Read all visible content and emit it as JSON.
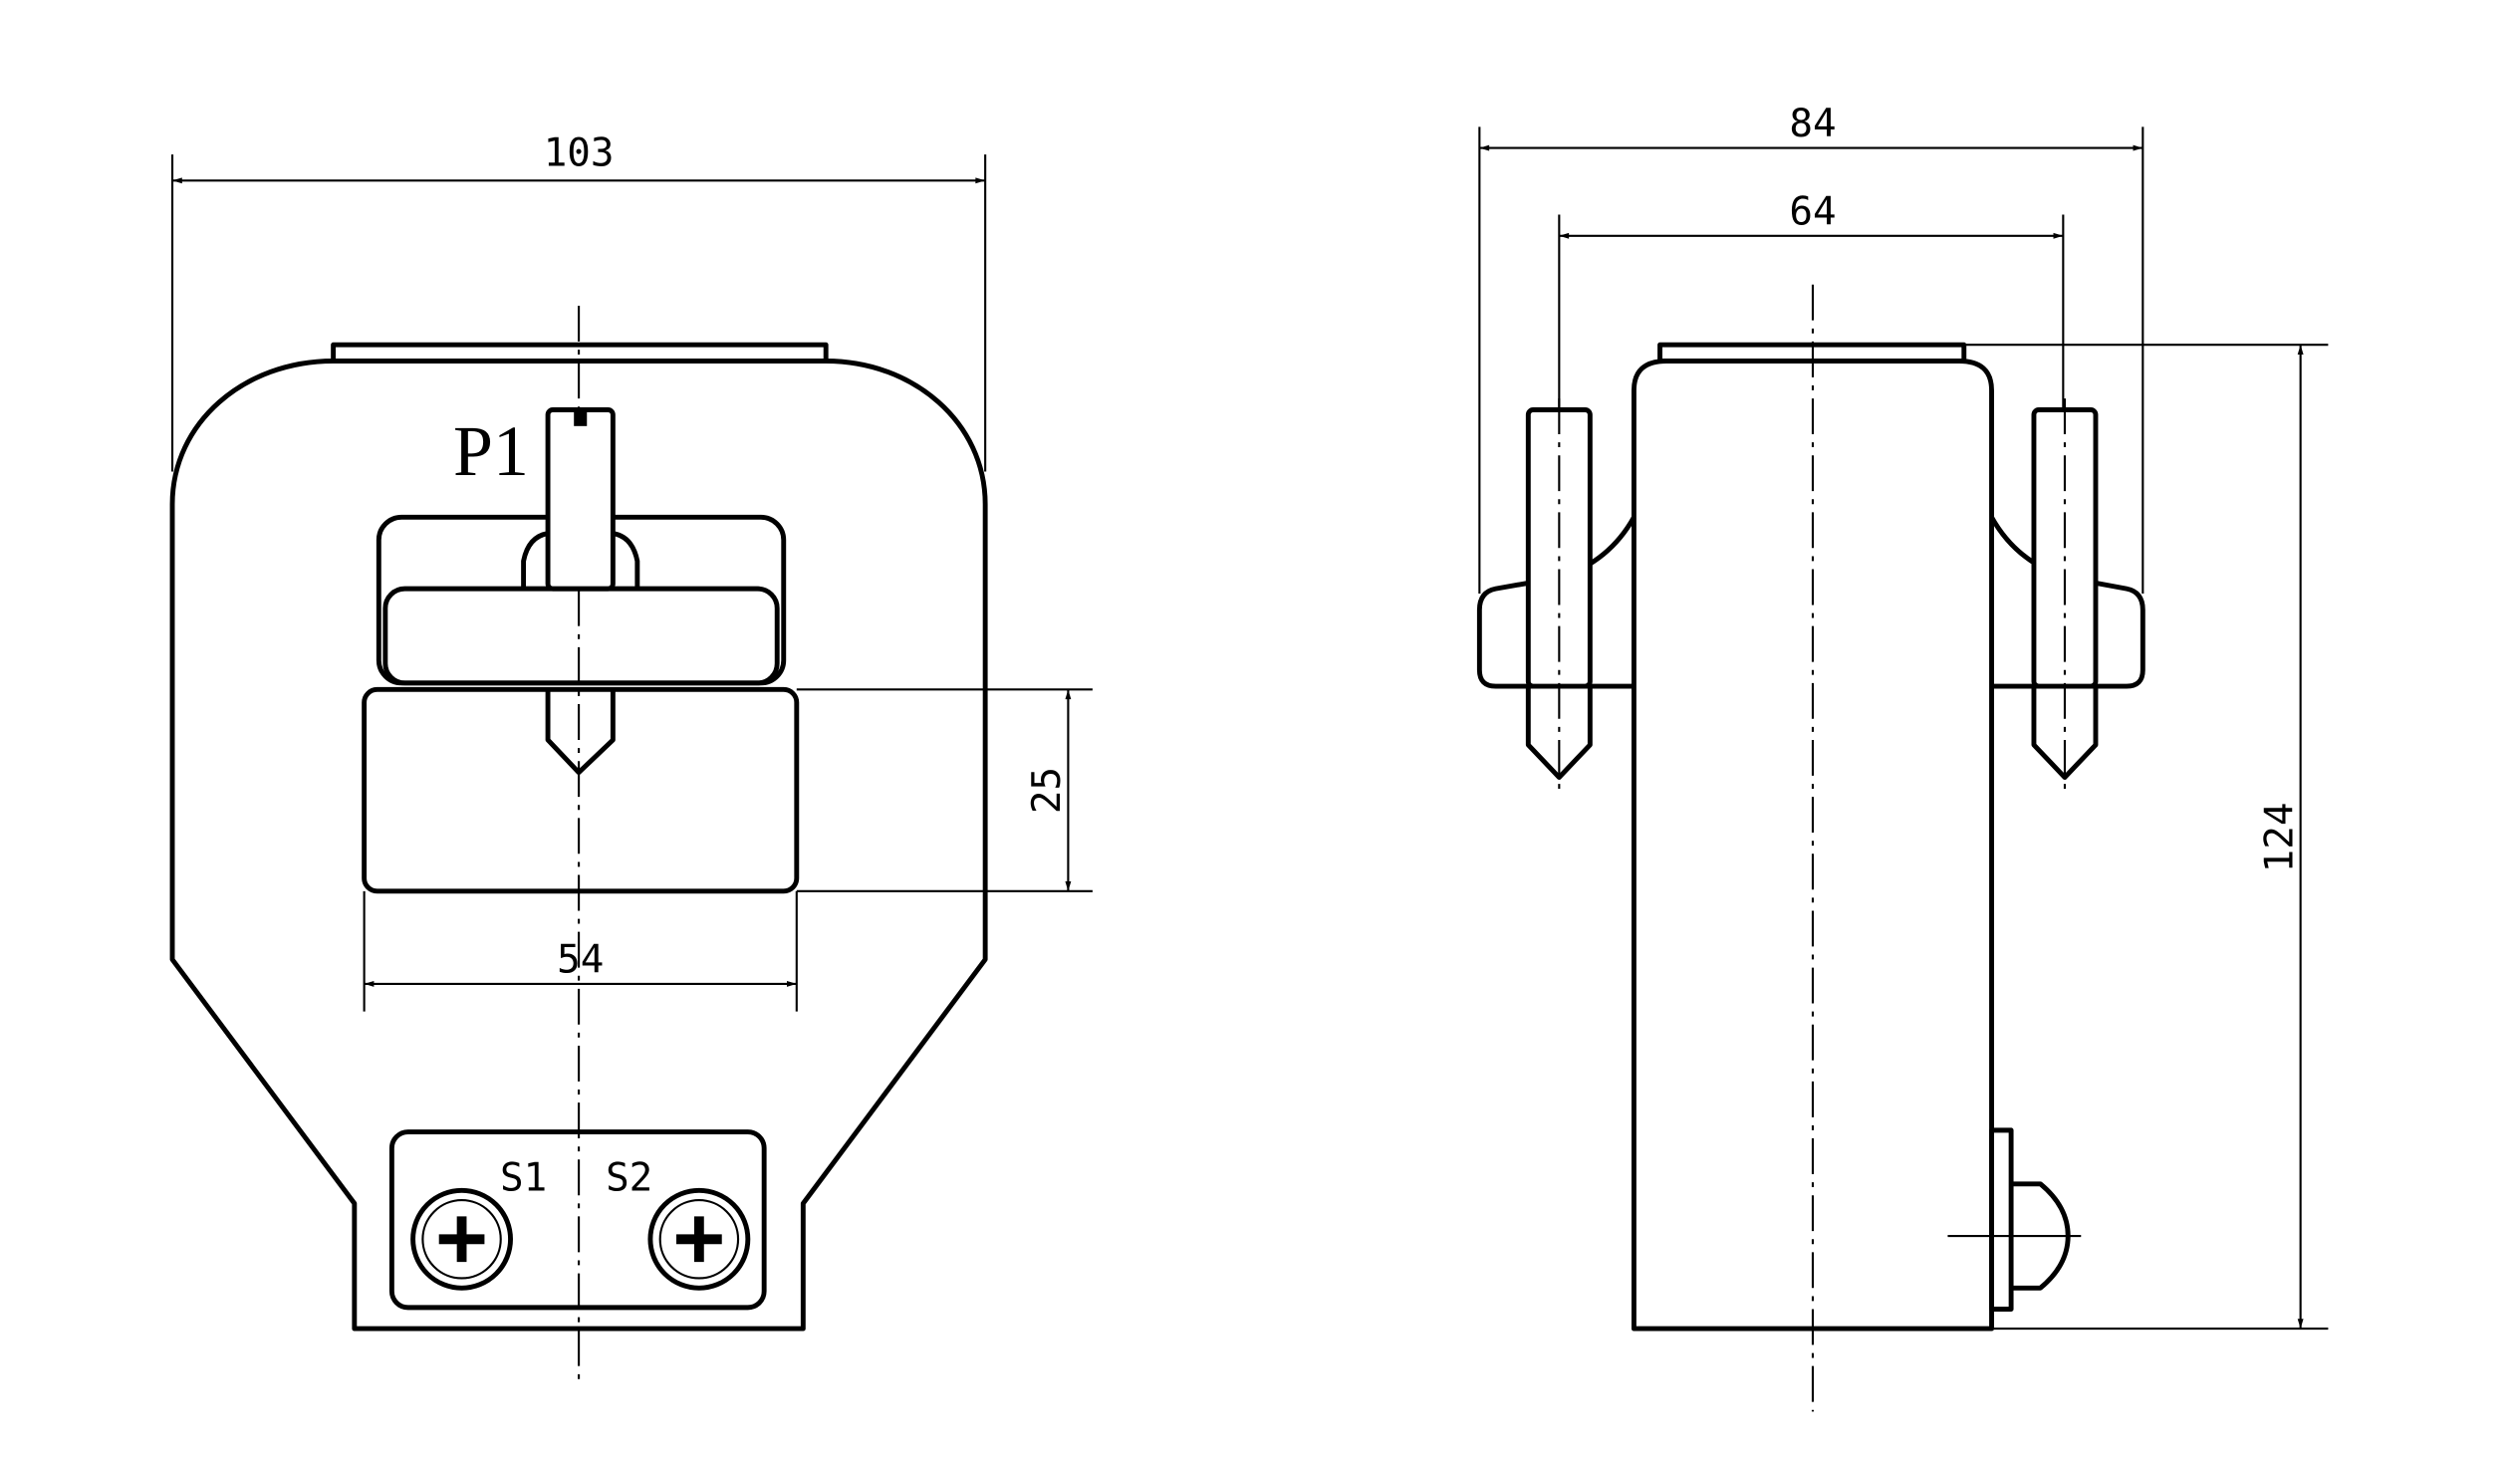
{
  "front_view": {
    "dim_width": "103",
    "dim_window_width": "54",
    "dim_window_height": "25",
    "primary_terminal": "P1",
    "secondary_terminals": [
      "S1",
      "S2"
    ]
  },
  "side_view": {
    "dim_overall_depth": "84",
    "dim_terminal_spacing": "64",
    "dim_height": "124"
  }
}
